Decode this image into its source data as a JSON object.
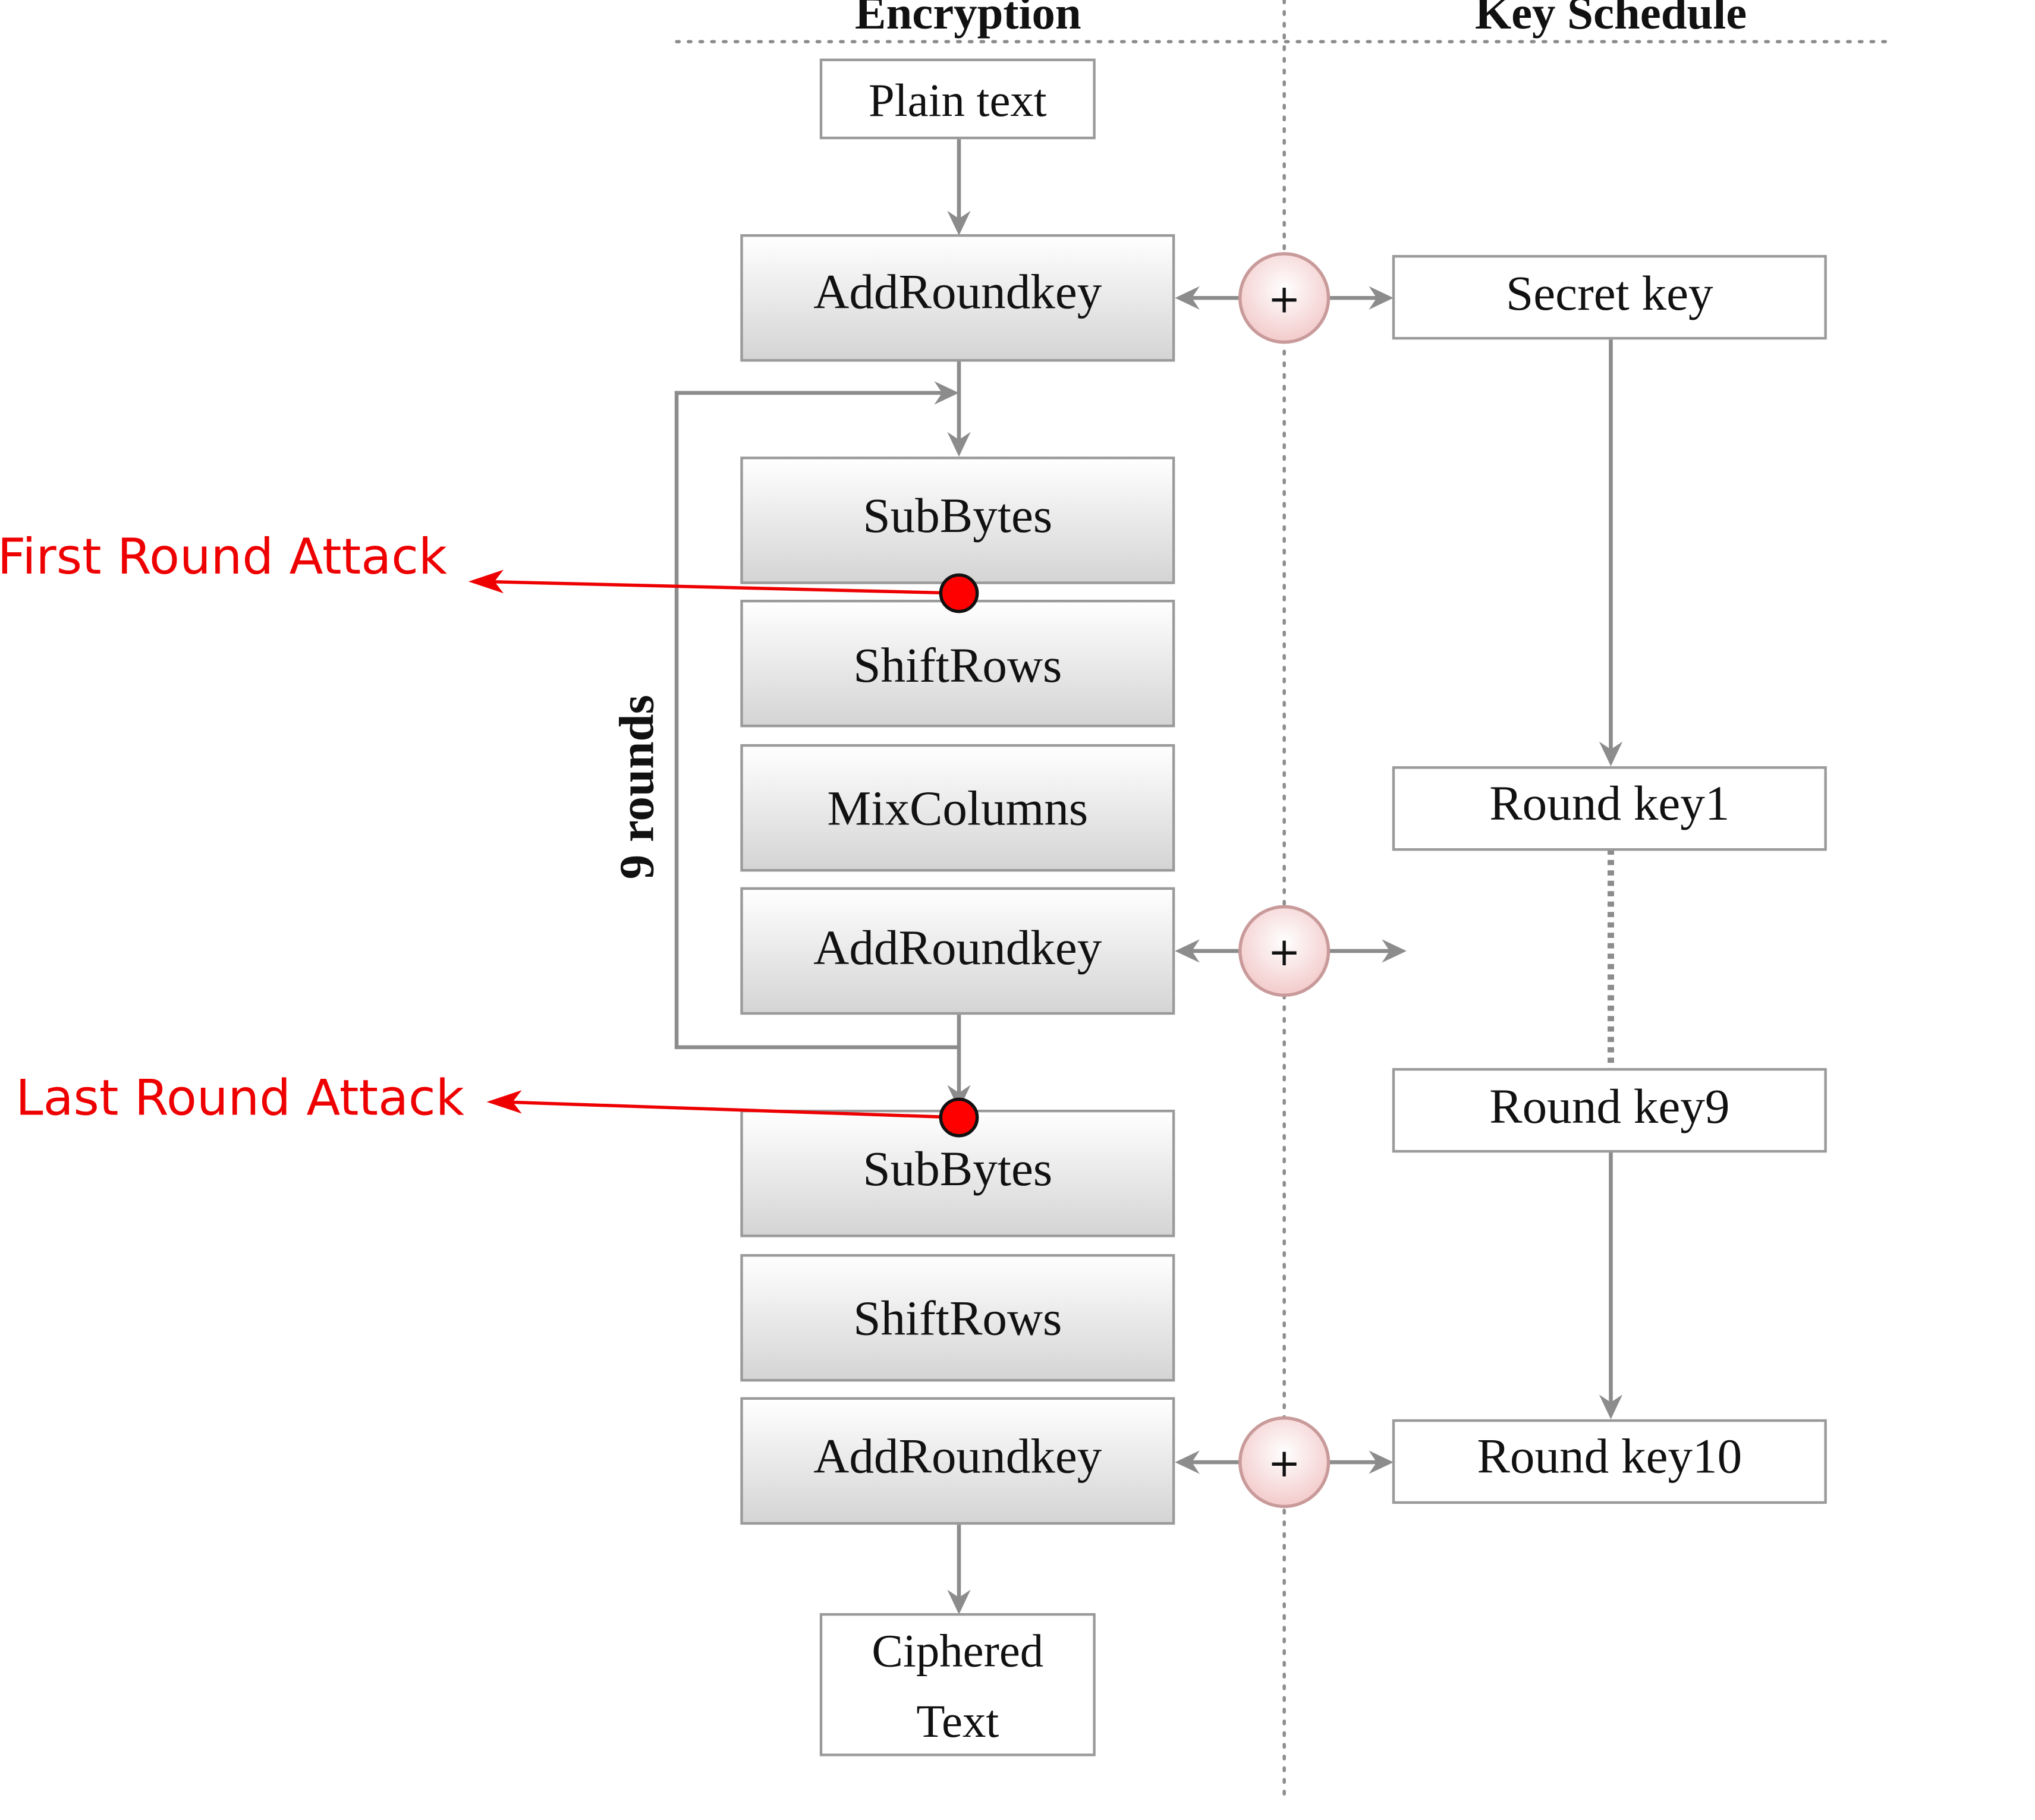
{
  "headers": {
    "encryption": "Encryption",
    "key_schedule": "Key Schedule"
  },
  "plain_text": "Plain text",
  "ciphered_text": [
    "Ciphered",
    "Text"
  ],
  "steps": {
    "add_round_key": "AddRoundkey",
    "sub_bytes": "SubBytes",
    "shift_rows": "ShiftRows",
    "mix_columns": "MixColumns"
  },
  "keys": {
    "secret": "Secret key",
    "round1": "Round key1",
    "round9": "Round key9",
    "round10": "Round key10"
  },
  "xor_symbol": "+",
  "loop_label": "9 rounds",
  "attacks": {
    "first": "First Round Attack",
    "last": "Last Round Attack"
  },
  "colors": {
    "line": "#8c8c8c",
    "box_border": "#9a9a9a",
    "box_grad_top": "#ffffff",
    "box_grad_bottom": "#d4d4d4",
    "xor_stroke": "#c99a9a",
    "xor_fill_top": "#ffffff",
    "xor_fill_bottom": "#f0c8c8",
    "attack": "#ee0000",
    "attack_dot": "#ff0000",
    "text": "#111111"
  }
}
